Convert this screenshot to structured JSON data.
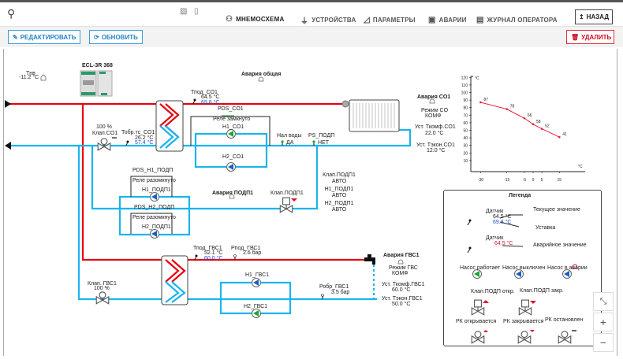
{
  "nav": {
    "tabs": [
      {
        "label": "МНЕМОСХЕМА",
        "icon": "scheme-icon",
        "active": true
      },
      {
        "label": "УСТРОЙСТВА",
        "icon": "device-icon"
      },
      {
        "label": "ПАРАМЕТРЫ",
        "icon": "chart-icon"
      },
      {
        "label": "АВАРИИ",
        "icon": "alarm-icon"
      },
      {
        "label": "ЖУРНАЛ ОПЕРАТОРА",
        "icon": "journal-icon"
      }
    ],
    "back_label": "НАЗАД"
  },
  "toolbar": {
    "edit_label": "РЕДАКТИРОВАТЬ",
    "refresh_label": "ОБНОВИТЬ",
    "delete_label": "УДАЛИТЬ"
  },
  "colors": {
    "supply": "#e8000f",
    "return": "#1ab4ee",
    "pump_on": "#1aa832",
    "pump_off": "#1a5fc0",
    "accent": "#2a84c0",
    "danger": "#e0102a"
  },
  "diagram": {
    "controller": "ECL-3R 368",
    "outdoor": {
      "label": "Тнв",
      "value": "-11.2 °C"
    },
    "alarm_general": "Авария общая",
    "co1": {
      "tpod_label": "Тпод_CO1",
      "tpod_value": "64.5 °C",
      "tpod_setpoint": "69.8 °C",
      "tobr_label": "Тобр.тс_CO1",
      "tobr_value": "26.2 °C",
      "tobr_setpoint": "57.4 °C",
      "valve_label": "Клап.CO1",
      "valve_value": "100 %",
      "pds_label": "PDS_CO1",
      "relay": "Реле замкнуто",
      "pump1": "Н1_CO1",
      "pump2": "Н2_CO1",
      "water_label": "Нал воды",
      "water_value": "ДА",
      "ps_label": "PS_ПОДП",
      "ps_value": "НЕТ",
      "alarm": "Авария CO1",
      "mode_label": "Режим CO",
      "mode_value": "КОМФ",
      "tcomf_label": "Уст. Ткомф.CO1",
      "tcomf_value": "22.0 °C",
      "teco_label": "Уст. Тэкон.CO1",
      "teco_value": "12.0 °C"
    },
    "podp": {
      "pds1_label": "PDS_H1_ПОДП",
      "relay1": "Реле разомкнуто",
      "pump1": "Н1_ПОДП1",
      "pds2_label": "PDS_H2_ПОДП",
      "relay2": "Реле разомкнуто",
      "pump2": "Н2_ПОДП1",
      "alarm": "Авария ПОДП1",
      "valve_label": "Клап.ПОДП1",
      "status": [
        {
          "label": "Клап.ПОДП1",
          "value": "АВТО"
        },
        {
          "label": "Н1_ПОДП1",
          "value": "АВТО"
        },
        {
          "label": "Н2_ПОДП1",
          "value": "АВТО"
        }
      ]
    },
    "gvs1": {
      "tpod_label": "Тпод_ГВС1",
      "tpod_value": "52.1 °C",
      "tpod_setpoint": "60.0 °C",
      "ppod_label": "Рпод_ГВС1",
      "ppod_value": "2.6 бар",
      "pobr_label": "Робр_ГВС1",
      "pobr_value": "3.5 бар",
      "valve_label": "Клап. ГВС1",
      "valve_value": "100 %",
      "pump1": "Н1_ГВС1",
      "pump2": "Н2_ГВС1",
      "alarm": "Авария ГВС1",
      "mode_label": "Режим ГВС",
      "mode_value": "КОМФ",
      "tcomf_label": "Уст. Ткомф.ГВС1",
      "tcomf_value": "60.0 °C",
      "teco_label": "Уст. Тэкон.ГВС1",
      "teco_value": "50.0 °C"
    }
  },
  "legend": {
    "title": "Легенда",
    "sensor": "Датчик",
    "current_value": "64.5 °C",
    "setpoint_value": "69.8 °C",
    "current_label": "Текущее значение",
    "setpoint_label": "Уставка",
    "alarm_sensor": "Датчик",
    "alarm_value": "64.5 °C",
    "alarm_label": "Аварийное значение",
    "pump_on": "Насос работает",
    "pump_off": "Насос выключен",
    "pump_alarm": "Насос в аварии",
    "valve_open": "Клап.ПОДП откр.",
    "valve_closed": "Клап.ПОДП закр.",
    "rk_opening": "РК открывается",
    "rk_closing": "РК закрывается",
    "rk_stopped": "РК остановлен"
  },
  "chart_data": {
    "type": "line",
    "x": [
      -30,
      -15,
      -5,
      0,
      5,
      15
    ],
    "values": [
      87,
      78,
      66,
      58,
      52,
      41
    ],
    "xlabel": "°C",
    "ylabel": "°C",
    "xticks": [
      -30,
      -15,
      -5,
      0,
      5,
      15
    ],
    "yticks": [
      10,
      20,
      30,
      40,
      50,
      60,
      70,
      80,
      90,
      100,
      110,
      120
    ],
    "xlim": [
      -35,
      30
    ],
    "ylim": [
      0,
      120
    ],
    "grid": false,
    "color": "#e8203a"
  }
}
